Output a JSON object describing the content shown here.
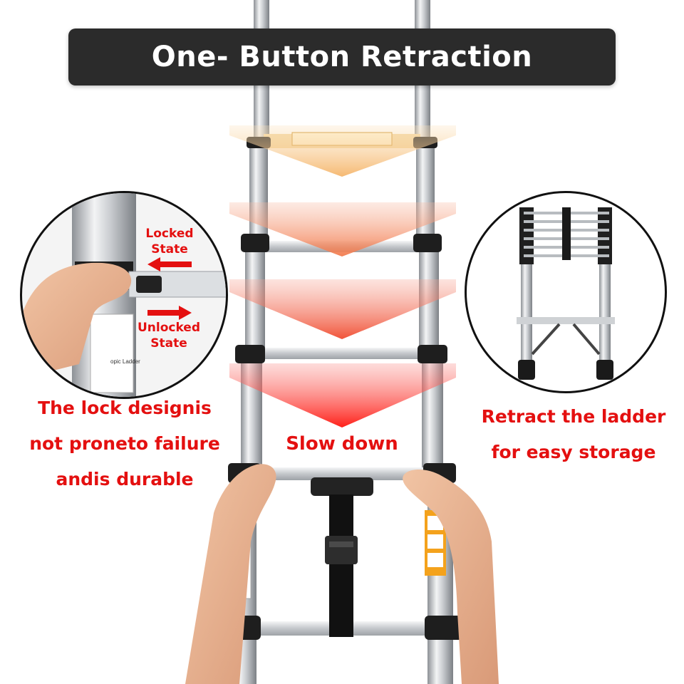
{
  "banner": {
    "title": "One- Button Retraction"
  },
  "left_inset": {
    "locked_label": "Locked\nState",
    "unlocked_label": "Unlocked\nState",
    "sticker_text": "opic Ladder"
  },
  "captions": {
    "left_lines": [
      "The lock designis",
      "not proneto failure",
      "andis durable"
    ],
    "center": "Slow down",
    "right_lines": [
      "Retract the ladder",
      "for easy storage"
    ]
  },
  "colors": {
    "banner_bg": "#2b2b2b",
    "caption_red": "#e41010",
    "chevron_top": "#f7c98a",
    "chevron_bottom": "#ff2a1e",
    "rail": "#c9ccd0"
  },
  "icons": [
    "locked-arrow-icon",
    "unlocked-arrow-icon",
    "chevron-down-icon"
  ]
}
